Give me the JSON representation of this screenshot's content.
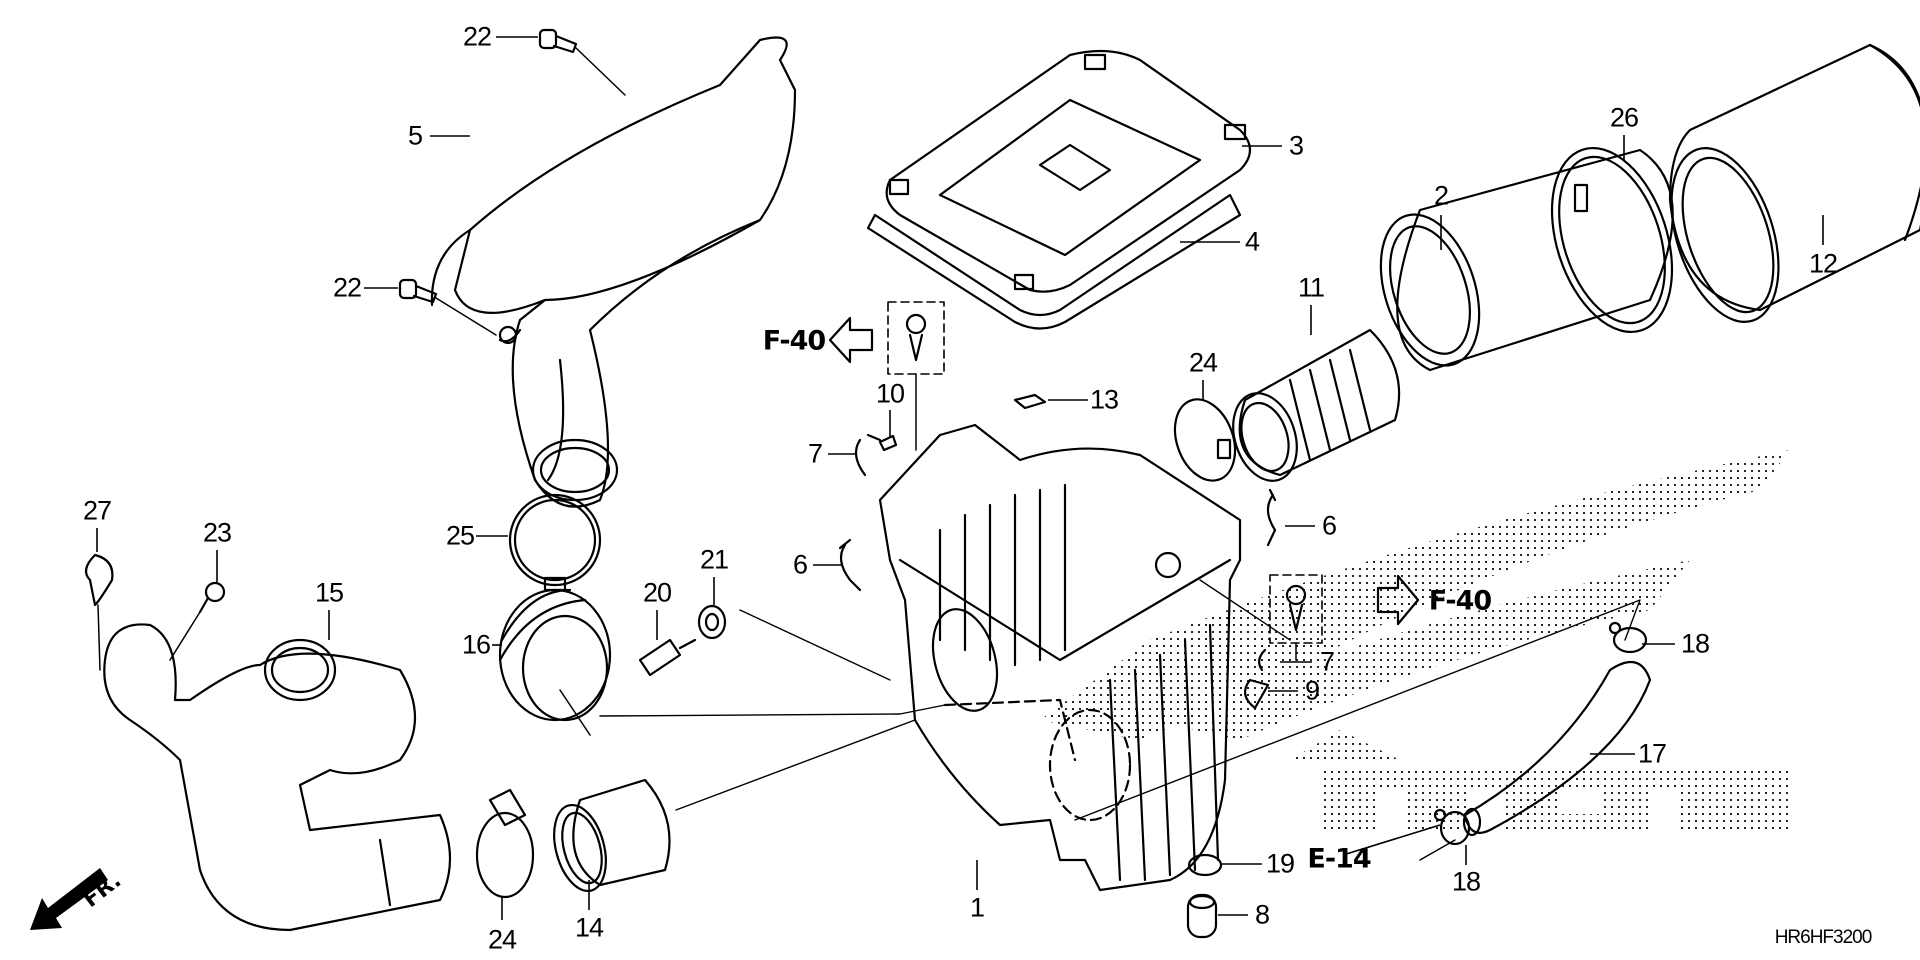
{
  "diagram": {
    "title": "Air Cleaner exploded parts diagram",
    "drawing_code": "HR6HF3200",
    "direction_marker": "FR.",
    "watermark": "HONDA",
    "references": [
      {
        "id": "ref-f40-left",
        "text": "F-40"
      },
      {
        "id": "ref-f40-right",
        "text": "F-40"
      },
      {
        "id": "ref-e14",
        "text": "E-14"
      }
    ],
    "callouts": [
      {
        "id": "c22a",
        "label": "22",
        "part": "bolt"
      },
      {
        "id": "c5",
        "label": "5",
        "part": "air intake duct cover"
      },
      {
        "id": "c22b",
        "label": "22",
        "part": "bolt"
      },
      {
        "id": "c3",
        "label": "3",
        "part": "air cleaner case cover"
      },
      {
        "id": "c4",
        "label": "4",
        "part": "cover seal"
      },
      {
        "id": "c2",
        "label": "2",
        "part": "air filter element"
      },
      {
        "id": "c26",
        "label": "26",
        "part": "band clamp"
      },
      {
        "id": "c12",
        "label": "12",
        "part": "pre-filter sleeve"
      },
      {
        "id": "c11",
        "label": "11",
        "part": "connecting tube"
      },
      {
        "id": "c24a",
        "label": "24",
        "part": "hose clamp"
      },
      {
        "id": "c10",
        "label": "10",
        "part": "clip"
      },
      {
        "id": "c13",
        "label": "13",
        "part": "pad"
      },
      {
        "id": "c7a",
        "label": "7",
        "part": "clip"
      },
      {
        "id": "c6a",
        "label": "6",
        "part": "clip"
      },
      {
        "id": "c6b",
        "label": "6",
        "part": "clip"
      },
      {
        "id": "c7b",
        "label": "7",
        "part": "clip"
      },
      {
        "id": "c9",
        "label": "9",
        "part": "clip"
      },
      {
        "id": "c18a",
        "label": "18",
        "part": "hose clip"
      },
      {
        "id": "c17",
        "label": "17",
        "part": "drain tube"
      },
      {
        "id": "c18b",
        "label": "18",
        "part": "hose clip"
      },
      {
        "id": "c19",
        "label": "19",
        "part": "clip"
      },
      {
        "id": "c8",
        "label": "8",
        "part": "drain plug"
      },
      {
        "id": "c1",
        "label": "1",
        "part": "air cleaner case"
      },
      {
        "id": "c14",
        "label": "14",
        "part": "intake joint"
      },
      {
        "id": "c24b",
        "label": "24",
        "part": "hose clamp"
      },
      {
        "id": "c27",
        "label": "27",
        "part": "clamp"
      },
      {
        "id": "c23",
        "label": "23",
        "part": "clip"
      },
      {
        "id": "c15",
        "label": "15",
        "part": "intake duct"
      },
      {
        "id": "c25",
        "label": "25",
        "part": "band clamp"
      },
      {
        "id": "c16",
        "label": "16",
        "part": "duct joint"
      },
      {
        "id": "c20",
        "label": "20",
        "part": "sensor"
      },
      {
        "id": "c21",
        "label": "21",
        "part": "grommet"
      }
    ]
  }
}
